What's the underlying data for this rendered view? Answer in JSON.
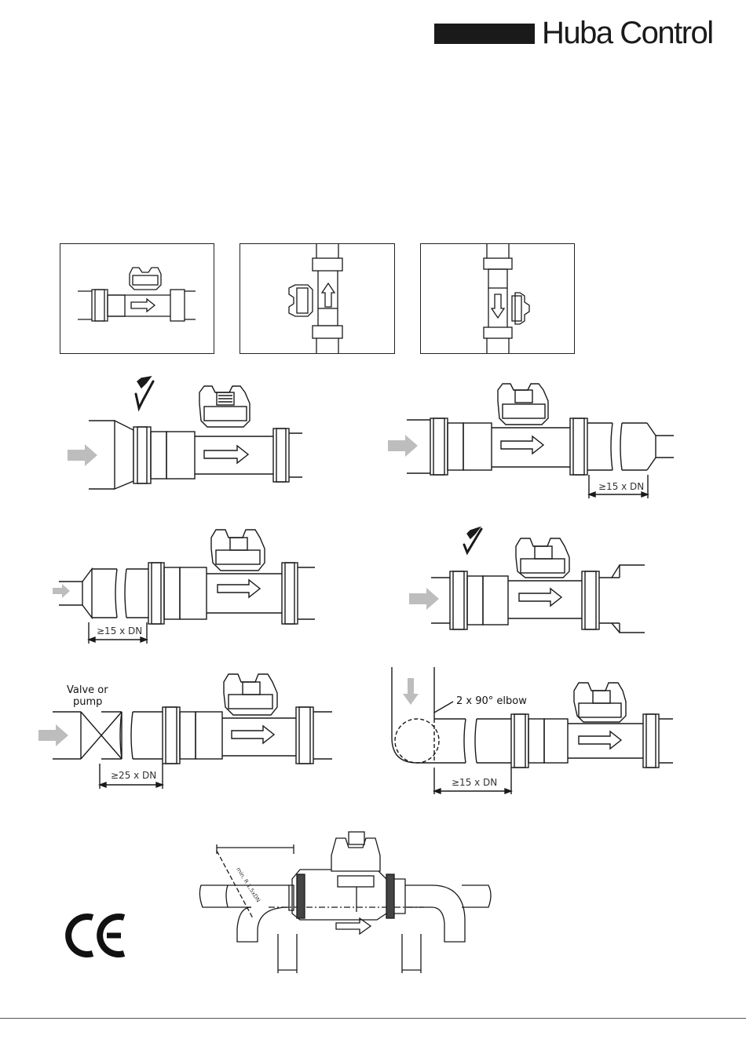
{
  "header": {
    "brand_name": "Huba Control",
    "brand_color": "#1a1a1a"
  },
  "orientation_icons": [
    {
      "name": "horizontal-mounting",
      "flow_direction": "right"
    },
    {
      "name": "vertical-mounting-upward",
      "flow_direction": "up"
    },
    {
      "name": "vertical-mounting-downward",
      "flow_direction": "down"
    }
  ],
  "installation_figures": {
    "fig1": {
      "approved_mark": "check-icon",
      "dimension_label": ""
    },
    "fig2": {
      "dimension_label": "≥15 x DN"
    },
    "fig3": {
      "dimension_label": "≥15 x DN"
    },
    "fig4": {
      "approved_mark": "check-icon",
      "dimension_label": ""
    },
    "fig5": {
      "dimension_label": "≥25 x DN",
      "component_label_line1": "Valve or",
      "component_label_line2": "pump"
    },
    "fig6": {
      "dimension_label": "≥15 x DN",
      "elbow_label": "2 x 90° elbow"
    }
  },
  "section_drawing": {
    "radius_label": "min. R 1,5xDN"
  },
  "certification": {
    "mark": "CE"
  },
  "colors": {
    "line": "#1a1a1a",
    "flow_arrow_fill": "#bdbdbd"
  }
}
